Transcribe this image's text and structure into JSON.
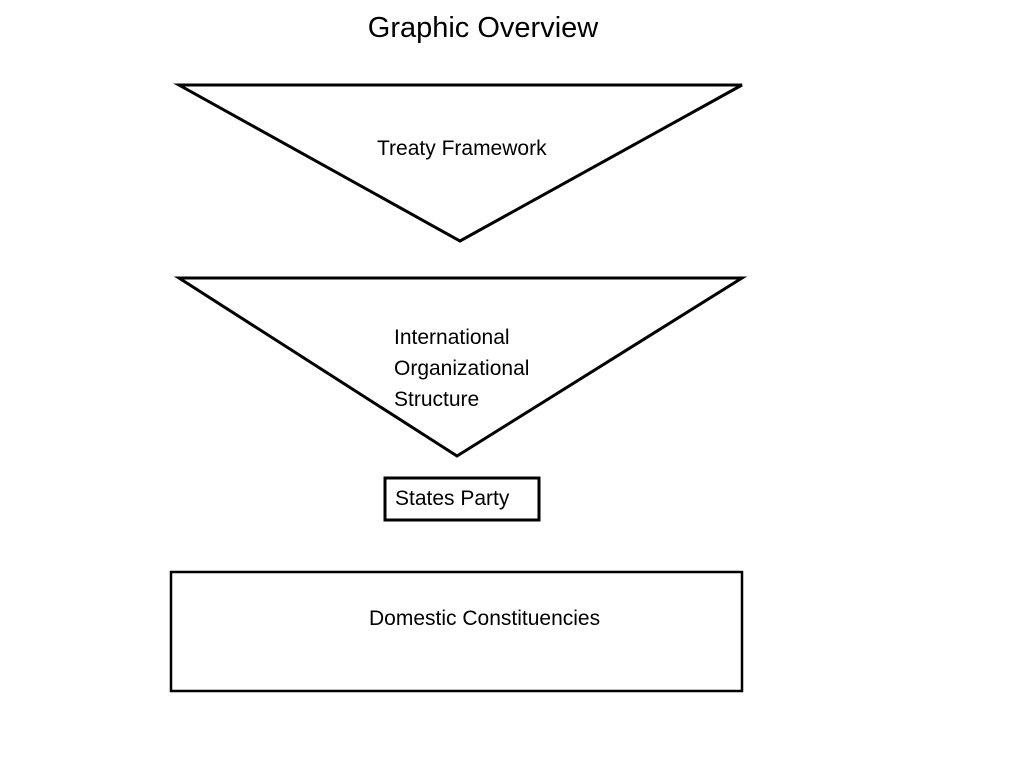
{
  "title": "Graphic Overview",
  "nodes": {
    "treaty_framework": "Treaty Framework",
    "international_org_structure": "International\nOrganizational\nStructure",
    "states_party": "States Party",
    "domestic_constituencies": "Domestic Constituencies"
  },
  "colors": {
    "stroke": "#000000",
    "background": "#ffffff"
  }
}
